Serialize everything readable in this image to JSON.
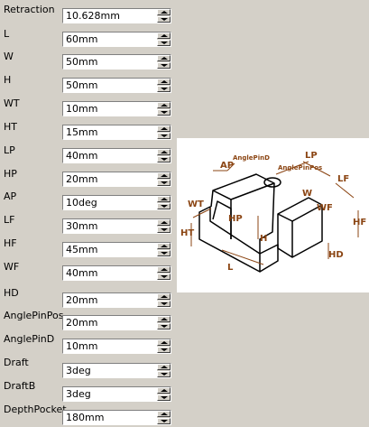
{
  "params": [
    {
      "label": "Retraction",
      "value": "10.628mm"
    },
    {
      "label": "L",
      "value": "60mm"
    },
    {
      "label": "W",
      "value": "50mm"
    },
    {
      "label": "H",
      "value": "50mm"
    },
    {
      "label": "WT",
      "value": "10mm"
    },
    {
      "label": "HT",
      "value": "15mm"
    },
    {
      "label": "LP",
      "value": "40mm"
    },
    {
      "label": "HP",
      "value": "20mm"
    },
    {
      "label": "AP",
      "value": "10deg"
    },
    {
      "label": "LF",
      "value": "30mm"
    },
    {
      "label": "HF",
      "value": "45mm"
    },
    {
      "label": "WF",
      "value": "40mm"
    },
    {
      "label": "HD",
      "value": "20mm"
    },
    {
      "label": "AnglePinPos",
      "value": "20mm"
    },
    {
      "label": "AnglePinD",
      "value": "10mm"
    },
    {
      "label": "Draft",
      "value": "3deg"
    },
    {
      "label": "DraftB",
      "value": "3deg"
    },
    {
      "label": "DepthPocket",
      "value": "180mm"
    }
  ],
  "diagram": {
    "labels": {
      "ap": "AP",
      "lp": "LP",
      "lf": "LF",
      "angle_pin_d": "AnglePinD",
      "angle_pin_pos": "AnglePinPos",
      "w": "W",
      "wf": "WF",
      "wt": "WT",
      "hp": "HP",
      "ht": "HT",
      "h": "H",
      "hf": "HF",
      "hd": "HD",
      "l": "L"
    },
    "colors": {
      "dimension": "#8b4513",
      "outline": "#000000",
      "background": "#ffffff"
    }
  }
}
